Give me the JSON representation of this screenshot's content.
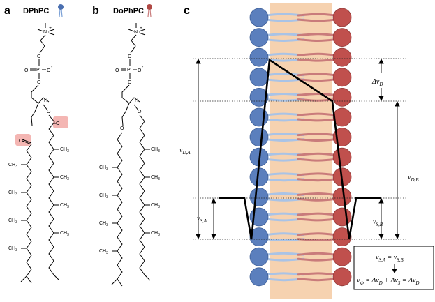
{
  "panels": {
    "a": "a",
    "b": "b",
    "c": "c"
  },
  "molecules": {
    "left": "DPhPC",
    "right": "DoPhPC"
  },
  "atoms": {
    "n_plus": "N",
    "plus": "+",
    "p": "P",
    "o": "O",
    "o_minus": "O",
    "minus": "-",
    "h": "H",
    "ch3": "CH",
    "sub3": "3"
  },
  "labels": {
    "delta_vd": "Δv",
    "delta_vd_sub": "D",
    "vda": "v",
    "vda_sub": "D,A",
    "vdb": "v",
    "vdb_sub": "D,B",
    "vsa": "v",
    "vsa_sub": "S,A",
    "vsb": "v",
    "vsb_sub": "S,B"
  },
  "equation": {
    "line1": "v_S,A = v_S,B",
    "line2": "v_Φ = Δv_D + Δv_S = Δv_D"
  },
  "colors": {
    "head_blue": "#5b7fbd",
    "head_red": "#c0504d",
    "tail_blue": "#a9c3e6",
    "tail_red": "#c97b7b",
    "membrane_core": "#f6d2b0",
    "highlight": "#f4b6b3"
  }
}
